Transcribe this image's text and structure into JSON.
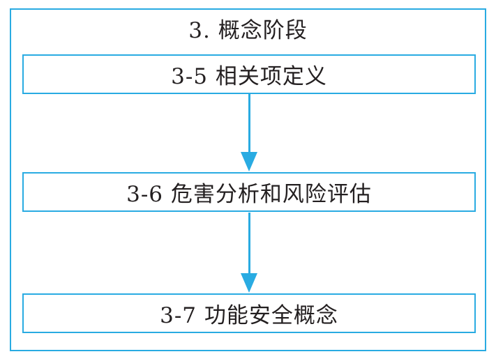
{
  "diagram": {
    "title": "3. 概念阶段",
    "boxes": [
      {
        "id": "3-5",
        "label": "3-5 相关项定义"
      },
      {
        "id": "3-6",
        "label": "3-6 危害分析和风险评估"
      },
      {
        "id": "3-7",
        "label": "3-7 功能安全概念"
      }
    ],
    "connectors": [
      {
        "from": "3-5",
        "to": "3-6",
        "type": "arrow-down"
      },
      {
        "from": "3-6",
        "to": "3-7",
        "type": "arrow-down"
      }
    ],
    "colors": {
      "accent": "#29ABE2",
      "text": "#231F20",
      "background": "#FFFFFF"
    }
  }
}
